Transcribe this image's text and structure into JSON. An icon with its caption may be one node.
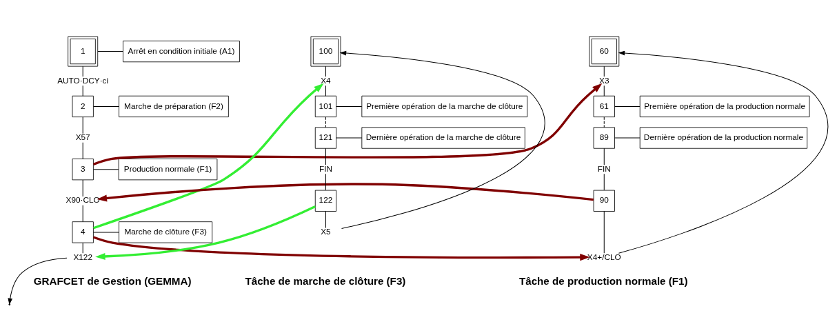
{
  "diagram": {
    "nodes": [
      {
        "text": [
          "1"
        ]
      },
      {
        "text": [
          "Arrêt en condition initiale (A1)"
        ]
      },
      {
        "text": [
          "AUTO·DCY·ci"
        ]
      },
      {
        "text": [
          "2"
        ]
      },
      {
        "text": [
          "Marche de préparation (F2)"
        ]
      },
      {
        "text": [
          "X57"
        ]
      },
      {
        "text": [
          "3"
        ]
      },
      {
        "text": [
          "Production normale (F1)"
        ]
      },
      {
        "text": [
          "X90·CLO"
        ]
      },
      {
        "text": [
          "4"
        ]
      },
      {
        "text": [
          "Marche de clôture (F3)"
        ]
      },
      {
        "text": [
          "X122"
        ]
      },
      {
        "text": [
          "60"
        ]
      },
      {
        "text": [
          "X3"
        ]
      },
      {
        "text": [
          "61"
        ]
      },
      {
        "text": [
          "Première opération de la production normale"
        ]
      },
      {
        "text": [
          "89"
        ]
      },
      {
        "text": [
          "Dernière opération de la production normale"
        ]
      },
      {
        "text": [
          "FIN"
        ]
      },
      {
        "text": [
          "90"
        ]
      },
      {
        "text": [
          "X4+/CLO"
        ]
      },
      {
        "text": [
          "100"
        ]
      },
      {
        "text": [
          "X4"
        ]
      },
      {
        "text": [
          "101"
        ]
      },
      {
        "text": [
          "Première opération de la marche de clôture"
        ]
      },
      {
        "text": [
          "121"
        ]
      },
      {
        "text": [
          "Dernière opération de la marche de clôture"
        ]
      },
      {
        "text": [
          "FIN"
        ]
      },
      {
        "text": [
          "122"
        ]
      },
      {
        "text": [
          "X5"
        ]
      }
    ],
    "edges": [
      {
        "from": 0,
        "to": 1,
        "arrow": "none"
      },
      {
        "from": 0,
        "to": 2,
        "arrow": "none"
      },
      {
        "from": 2,
        "to": 3,
        "arrow": "none"
      },
      {
        "from": 3,
        "to": 4,
        "arrow": "none"
      },
      {
        "from": 3,
        "to": 5,
        "arrow": "none"
      },
      {
        "from": 5,
        "to": 6,
        "arrow": "none"
      },
      {
        "from": 6,
        "to": 7,
        "arrow": "none"
      },
      {
        "from": 6,
        "to": 8,
        "arrow": "none"
      },
      {
        "from": 8,
        "to": 9,
        "arrow": "none"
      },
      {
        "from": 9,
        "to": 10,
        "arrow": "none"
      },
      {
        "from": 9,
        "to": 11,
        "arrow": "none"
      },
      {
        "from": 11,
        "to": null,
        "arrow": "to"
      },
      {
        "from": 12,
        "to": 13,
        "arrow": "none"
      },
      {
        "from": 13,
        "to": 14,
        "arrow": "none"
      },
      {
        "from": 14,
        "to": 15,
        "arrow": "none"
      },
      {
        "from": 14,
        "to": 16,
        "arrow": "none",
        "style": "dashed"
      },
      {
        "from": 16,
        "to": 17,
        "arrow": "none"
      },
      {
        "from": 16,
        "to": 18,
        "arrow": "none"
      },
      {
        "from": 18,
        "to": 19,
        "arrow": "none"
      },
      {
        "from": 19,
        "to": 20,
        "arrow": "none"
      },
      {
        "from": 20,
        "to": 12,
        "arrow": "to"
      },
      {
        "from": 21,
        "to": 22,
        "arrow": "none"
      },
      {
        "from": 22,
        "to": 23,
        "arrow": "none"
      },
      {
        "from": 23,
        "to": 24,
        "arrow": "none"
      },
      {
        "from": 23,
        "to": 25,
        "arrow": "none",
        "style": "dashed"
      },
      {
        "from": 25,
        "to": 26,
        "arrow": "none"
      },
      {
        "from": 25,
        "to": 27,
        "arrow": "none"
      },
      {
        "from": 27,
        "to": 28,
        "arrow": "none"
      },
      {
        "from": 28,
        "to": 29,
        "arrow": "none"
      },
      {
        "from": 29,
        "to": 21,
        "arrow": "to"
      },
      {
        "from": 6,
        "to": 13,
        "arrow": "to",
        "style": "thick",
        "color": "#800000"
      },
      {
        "from": 9,
        "to": 22,
        "arrow": "to",
        "style": "thick",
        "color": "#33ee33"
      },
      {
        "from": 19,
        "to": 8,
        "arrow": "to",
        "style": "thick",
        "color": "#800000"
      },
      {
        "from": 9,
        "to": 20,
        "arrow": "to",
        "style": "thick",
        "color": "#800000"
      },
      {
        "from": 28,
        "to": 11,
        "arrow": "to",
        "style": "thick",
        "color": "#33ee33"
      }
    ],
    "labels": [
      "GRAFCET de Gestion (GEMMA)",
      "Tâche de production normale (F1)",
      "Tâche de marche de clôture (F3)"
    ]
  }
}
